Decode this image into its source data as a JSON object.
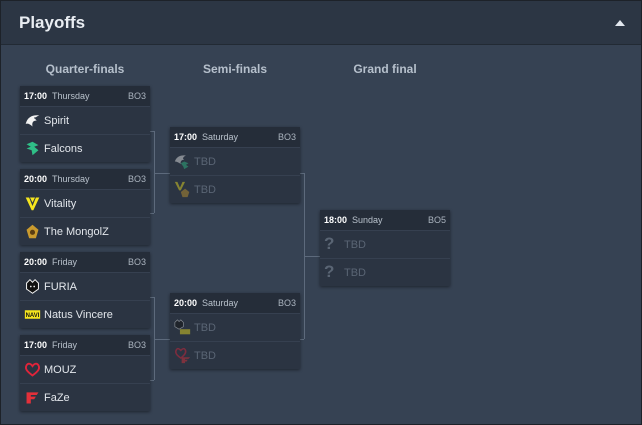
{
  "panel": {
    "title": "Playoffs"
  },
  "rounds": [
    "Quarter-finals",
    "Semi-finals",
    "Grand final"
  ],
  "matches": [
    {
      "time": "17:00",
      "day": "Thursday",
      "bo": "BO3",
      "teams": [
        {
          "name": "Spirit",
          "icon": "spirit-logo-icon"
        },
        {
          "name": "Falcons",
          "icon": "falcons-logo-icon"
        }
      ]
    },
    {
      "time": "20:00",
      "day": "Thursday",
      "bo": "BO3",
      "teams": [
        {
          "name": "Vitality",
          "icon": "vitality-logo-icon"
        },
        {
          "name": "The MongolZ",
          "icon": "mongolz-logo-icon"
        }
      ]
    },
    {
      "time": "20:00",
      "day": "Friday",
      "bo": "BO3",
      "teams": [
        {
          "name": "FURIA",
          "icon": "furia-logo-icon"
        },
        {
          "name": "Natus Vincere",
          "icon": "navi-logo-icon"
        }
      ]
    },
    {
      "time": "17:00",
      "day": "Friday",
      "bo": "BO3",
      "teams": [
        {
          "name": "MOUZ",
          "icon": "mouz-logo-icon"
        },
        {
          "name": "FaZe",
          "icon": "faze-logo-icon"
        }
      ]
    },
    {
      "time": "17:00",
      "day": "Saturday",
      "bo": "BO3",
      "teams": [
        {
          "name": "TBD",
          "icon": "spirit-falcons-logo-icon"
        },
        {
          "name": "TBD",
          "icon": "vitality-mongolz-logo-icon"
        }
      ]
    },
    {
      "time": "20:00",
      "day": "Saturday",
      "bo": "BO3",
      "teams": [
        {
          "name": "TBD",
          "icon": "furia-navi-logo-icon"
        },
        {
          "name": "TBD",
          "icon": "mouz-faze-logo-icon"
        }
      ]
    },
    {
      "time": "18:00",
      "day": "Sunday",
      "bo": "BO5",
      "teams": [
        {
          "name": "TBD",
          "icon": "question-mark-icon"
        },
        {
          "name": "TBD",
          "icon": "question-mark-icon"
        }
      ]
    }
  ],
  "colors": {
    "panel_bg": "#364253",
    "header_bg": "#2c3644",
    "card_bg": "#2b3442",
    "connector": "#5d6a7c"
  }
}
